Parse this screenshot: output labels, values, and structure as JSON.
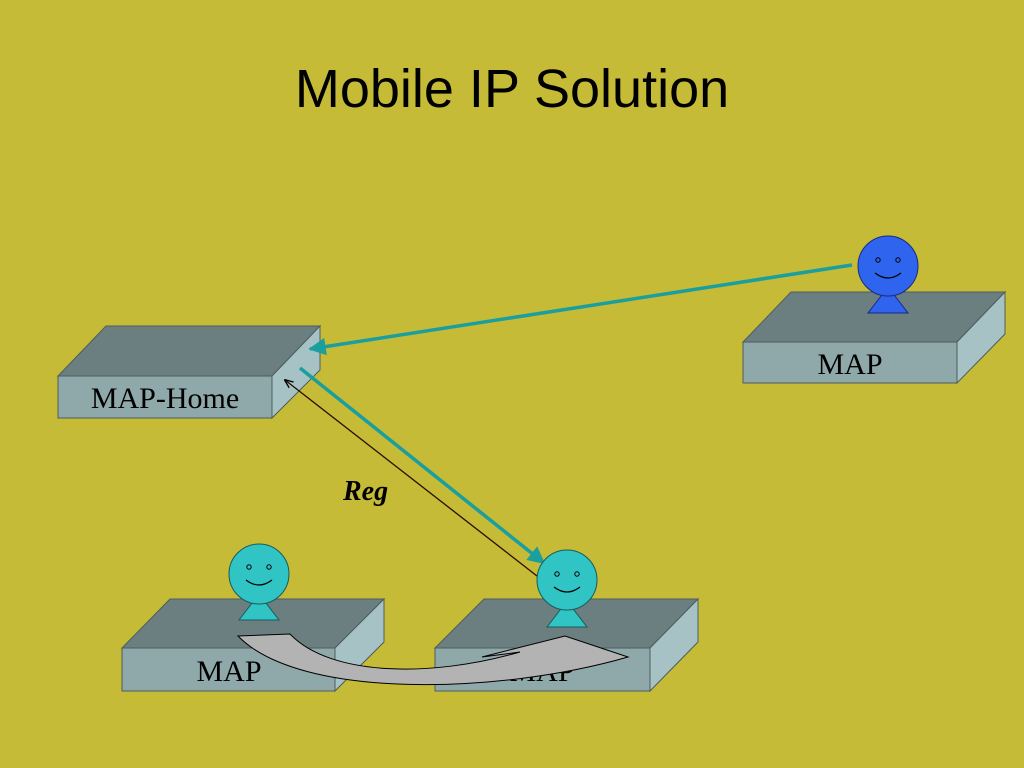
{
  "slide": {
    "title": "Mobile IP Solution"
  },
  "nodes": {
    "home": {
      "label": "MAP-Home"
    },
    "remote": {
      "label": "MAP"
    },
    "bottom_left": {
      "label": "MAP"
    },
    "bottom_right": {
      "label": "MAP"
    }
  },
  "annotations": {
    "registration": "Reg"
  },
  "colors": {
    "background": "#c5bb37",
    "box_top": "#6b7f80",
    "box_front": "#8fa8aa",
    "box_side": "#a6c2c5",
    "user_blue": "#2f64ef",
    "user_cyan": "#30c4c4",
    "teal_arrow": "#1a9e9e",
    "move_arrow": "#b3b3b3"
  }
}
